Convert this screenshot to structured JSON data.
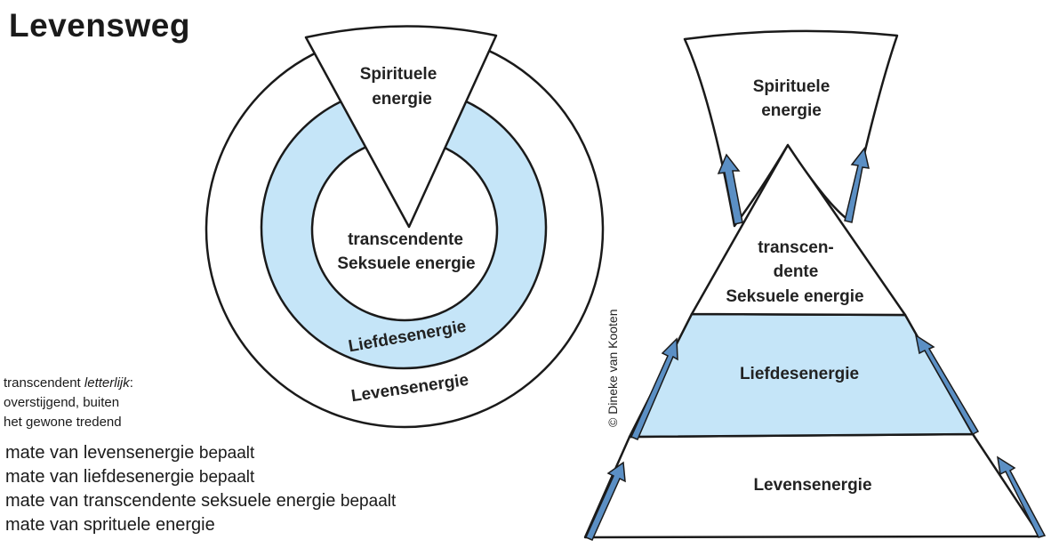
{
  "title": "Levensweg",
  "note": {
    "word": "transcendent",
    "emph": "letterlijk",
    "rest": ":",
    "line2": "overstijgend, buiten",
    "line3": "het gewone tredend"
  },
  "rules": [
    {
      "text": "mate van levensenergie",
      "verb": "bepaalt"
    },
    {
      "text": "mate van liefdesenergie",
      "verb": "bepaalt"
    },
    {
      "text": "mate van transcendente seksuele energie",
      "verb": "bepaalt"
    },
    {
      "text": "mate van sprituele  energie",
      "verb": ""
    }
  ],
  "circle": {
    "spirit_line1": "Spirituele",
    "spirit_line2": "energie",
    "sex_line1": "transcendente",
    "sex_line2": "Seksuele energie",
    "love": "Liefdesenergie",
    "life": "Levensenergie"
  },
  "pyramid": {
    "spirit_line1": "Spirituele",
    "spirit_line2": "energie",
    "sex_line1": "transcen-",
    "sex_line2": "dente",
    "sex_line3": "Seksuele energie",
    "love": "Liefdesenergie",
    "life": "Levensenergie"
  },
  "copyright": "© Dineke van Kooten",
  "colors": {
    "love_fill": "#c5e5f8",
    "arrow": "#5b8fc4",
    "stroke": "#1a1a1a"
  }
}
